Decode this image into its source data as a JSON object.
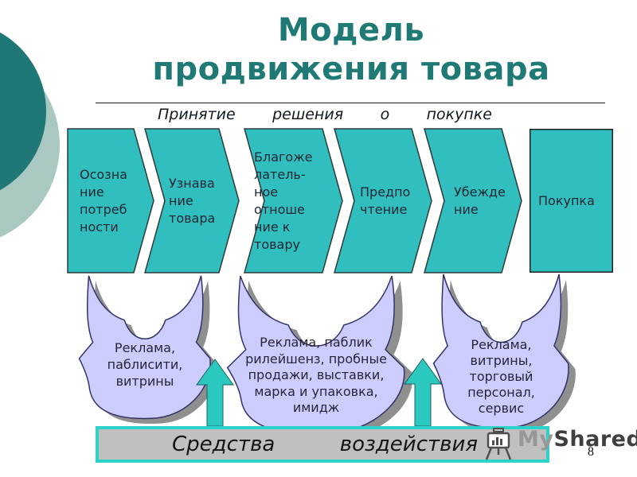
{
  "slide": {
    "title_line1": "Модель",
    "title_line2": "продвижения товара",
    "page_number": "8"
  },
  "subtitle": {
    "words": [
      "Принятие",
      "решения",
      "о",
      "покупке"
    ]
  },
  "stages": [
    {
      "shape": "pentagon-arrow",
      "lines": [
        "Осозна",
        "ние",
        "потреб",
        "ности"
      ]
    },
    {
      "shape": "chevron",
      "lines": [
        "Узнава",
        "ние",
        "товара"
      ]
    },
    {
      "shape": "chevron",
      "lines": [
        "Благоже",
        "латель-",
        "ное",
        "отноше",
        "ние к",
        "товару"
      ]
    },
    {
      "shape": "chevron",
      "lines": [
        "Предпо",
        "чтение"
      ]
    },
    {
      "shape": "chevron",
      "lines": [
        "Убежде",
        "ние"
      ]
    },
    {
      "shape": "rectangle",
      "lines": [
        "Покупка"
      ]
    }
  ],
  "tools": [
    {
      "lines": [
        "Реклама,",
        "паблисити,",
        "витрины"
      ]
    },
    {
      "lines": [
        "Реклама, паблик",
        "рилейшенз, пробные",
        "продажи, выставки,",
        "марка и упаковка,",
        "имидж"
      ]
    },
    {
      "lines": [
        "Реклама,",
        "витрины,",
        "торговый",
        "персонал,",
        "сервис"
      ]
    }
  ],
  "bottom_bar": {
    "words": [
      "Средства",
      "воздействия"
    ]
  },
  "watermark": {
    "icon": "easel-chart-icon",
    "part1": "My",
    "part2": "Shared"
  },
  "colors": {
    "stage_fill": "#31bebe",
    "stage_stroke": "#2f3b3b",
    "blob_fill": "#ccccff",
    "blob_stroke": "#333366",
    "blob_shadow": "#8f8f8f",
    "arrow_fill": "#2bc8c0",
    "bar_fill": "#c0c0c0",
    "bar_border": "#2bd3c8",
    "title_color": "#1f7a76",
    "dark_circle": "#1f7876",
    "light_circle": "#a9c8c2"
  }
}
